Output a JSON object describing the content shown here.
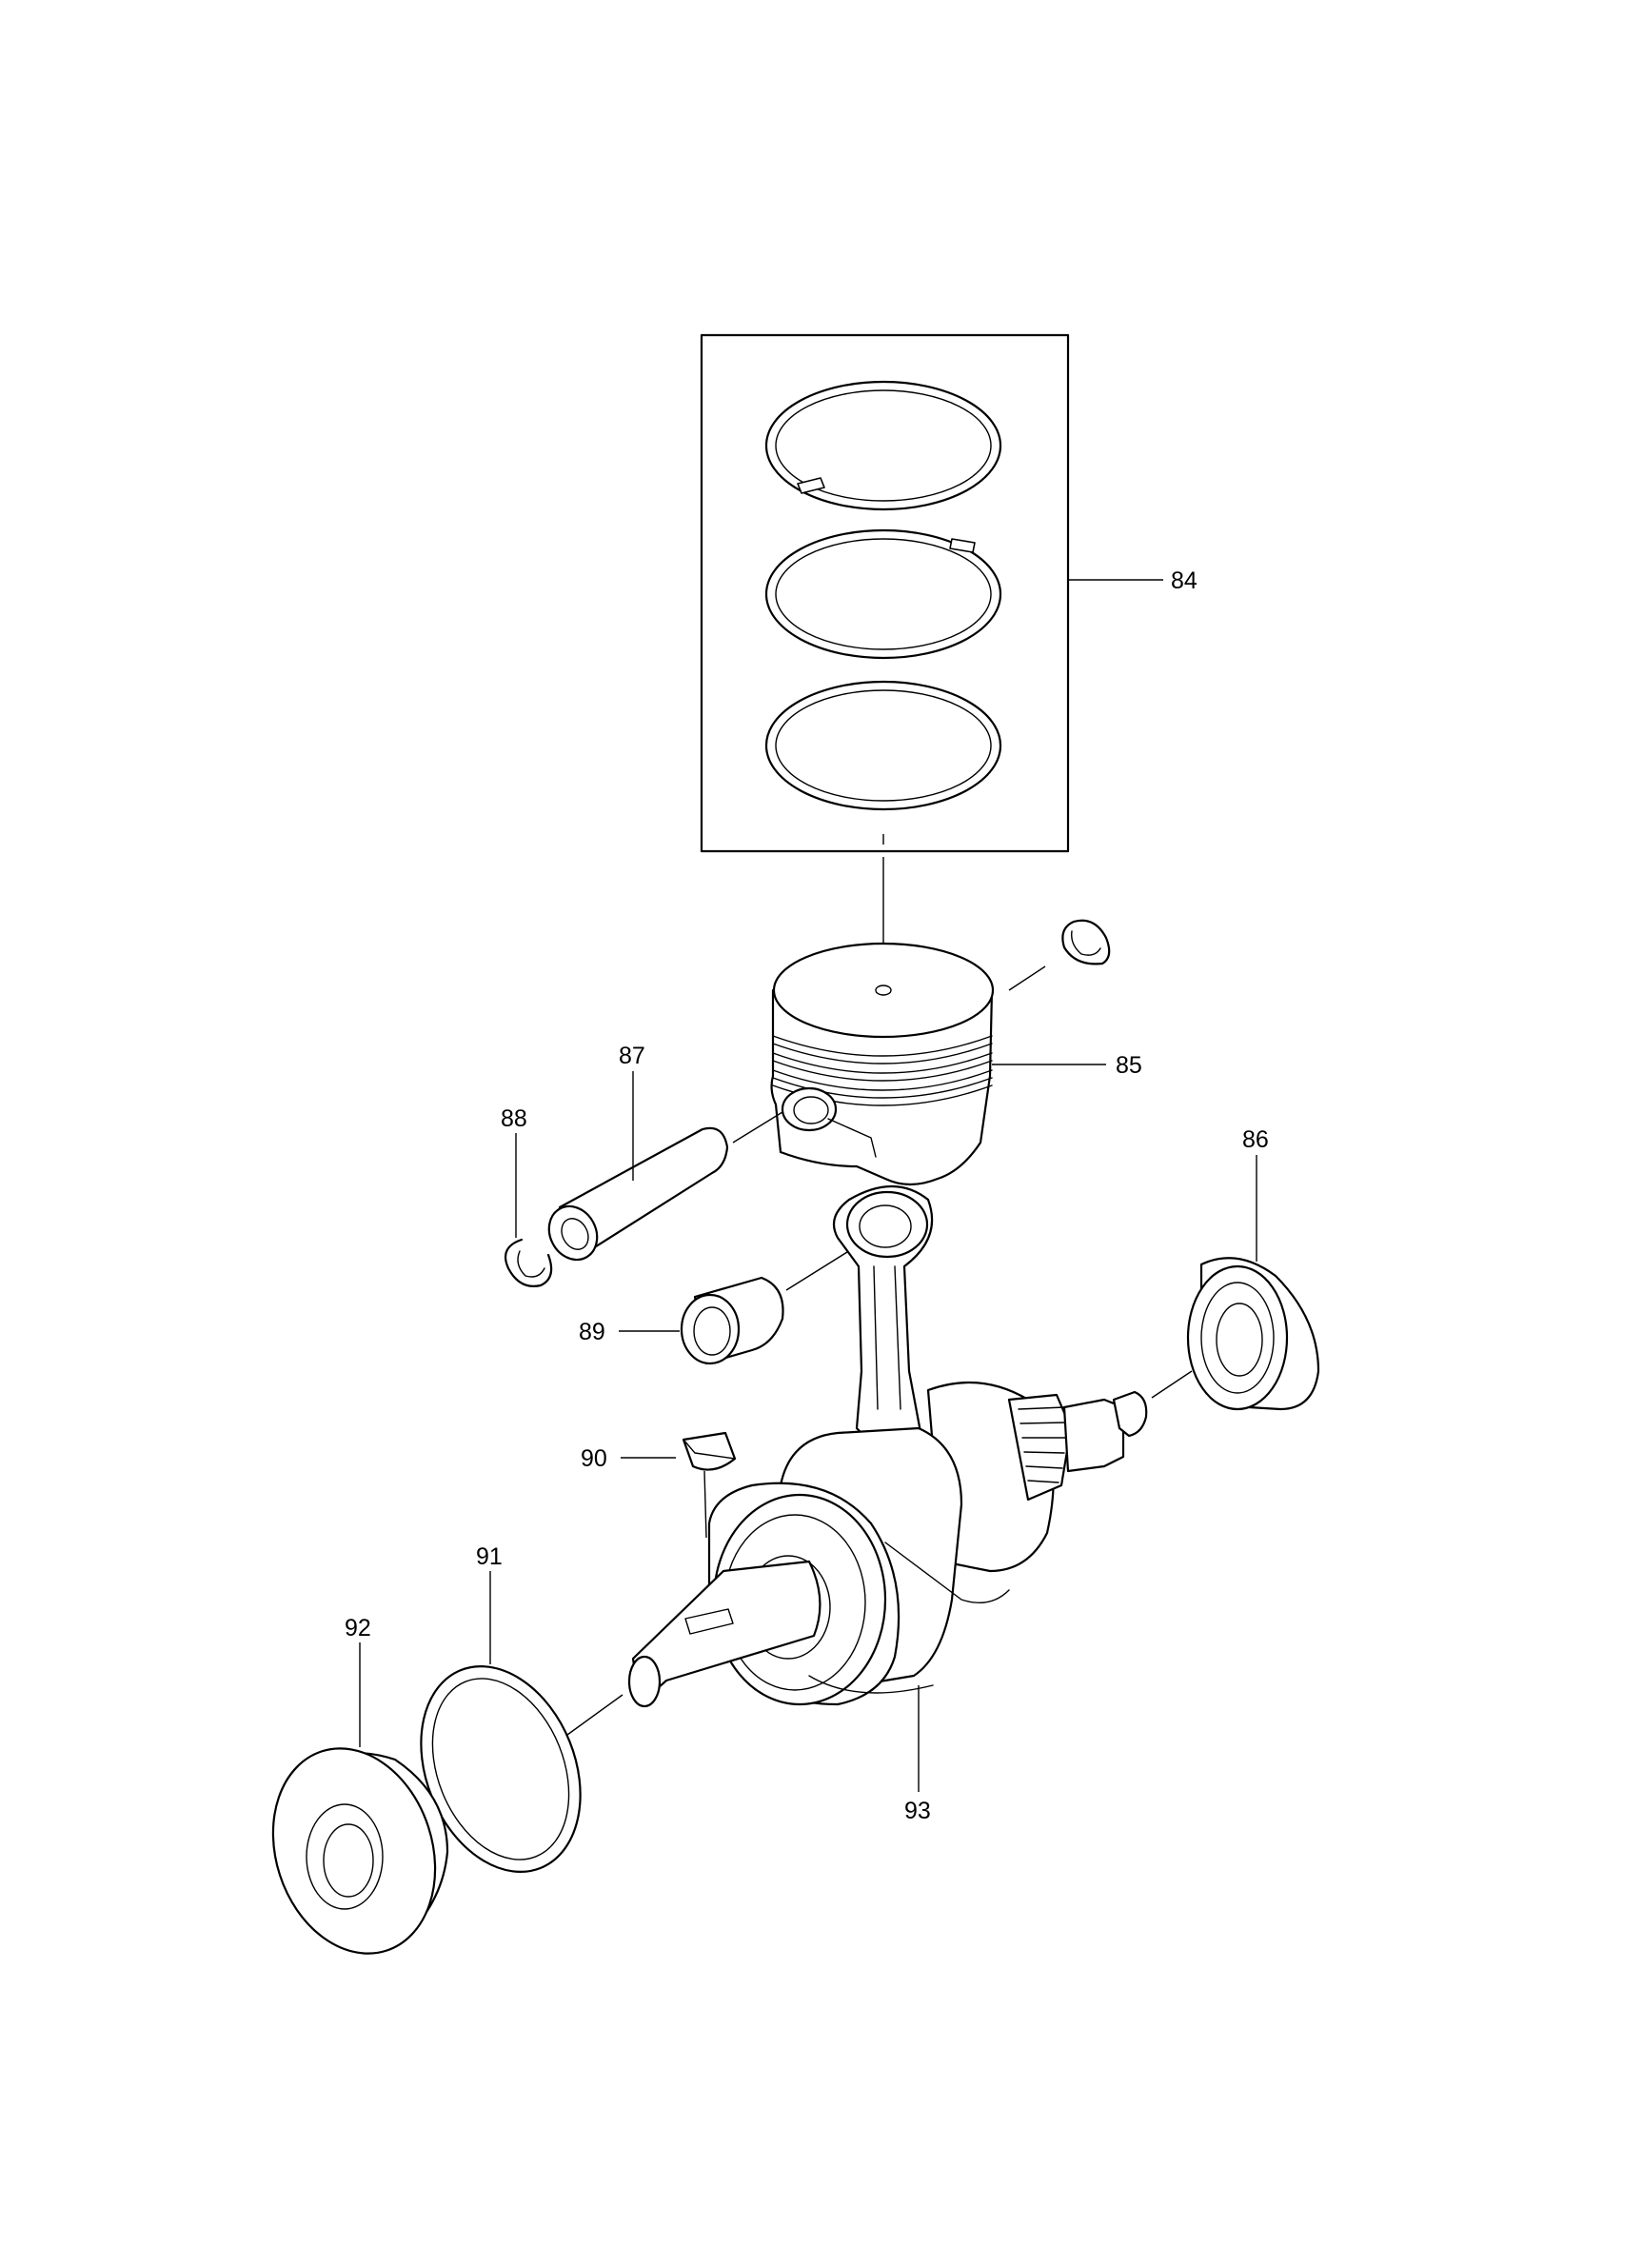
{
  "callouts": {
    "c84": "84",
    "c85": "85",
    "c86": "86",
    "c87": "87",
    "c88": "88",
    "c89": "89",
    "c90": "90",
    "c91": "91",
    "c92": "92",
    "c93": "93"
  },
  "colors": {
    "line": "#000000",
    "background": "#ffffff"
  }
}
